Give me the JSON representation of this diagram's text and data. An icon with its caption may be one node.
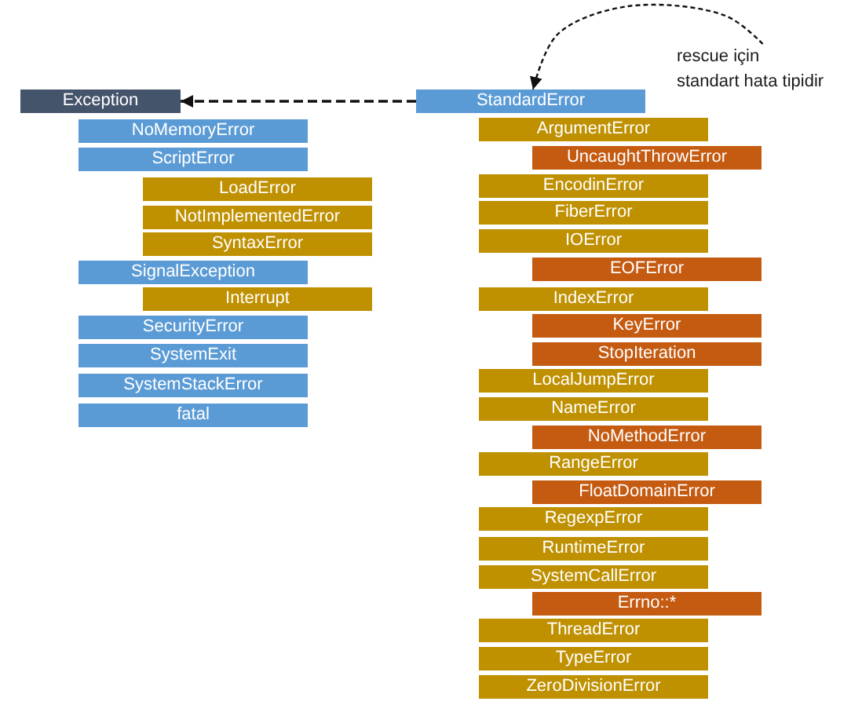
{
  "diagram": {
    "nodes": [
      {
        "text": [
          "rescue için standart hata tipidir"
        ]
      },
      {
        "text": [
          "Exception"
        ]
      },
      {
        "text": [
          "StandardError"
        ]
      },
      {
        "text": [
          "NoMemoryError"
        ]
      },
      {
        "text": [
          "ScriptError"
        ]
      },
      {
        "text": [
          "LoadError"
        ]
      },
      {
        "text": [
          "NotImplementedError"
        ]
      },
      {
        "text": [
          "SyntaxError"
        ]
      },
      {
        "text": [
          "SignalException"
        ]
      },
      {
        "text": [
          "Interrupt"
        ]
      },
      {
        "text": [
          "SecurityError"
        ]
      },
      {
        "text": [
          "SystemExit"
        ]
      },
      {
        "text": [
          "SystemStackError"
        ]
      },
      {
        "text": [
          "fatal"
        ]
      },
      {
        "text": [
          "ArgumentError"
        ]
      },
      {
        "text": [
          "UncaughtThrowError"
        ]
      },
      {
        "text": [
          "EncodinError"
        ]
      },
      {
        "text": [
          "FiberError"
        ]
      },
      {
        "text": [
          "IOError"
        ]
      },
      {
        "text": [
          "EOFError"
        ]
      },
      {
        "text": [
          "IndexError"
        ]
      },
      {
        "text": [
          "KeyError"
        ]
      },
      {
        "text": [
          "StopIteration"
        ]
      },
      {
        "text": [
          "LocalJumpError"
        ]
      },
      {
        "text": [
          "NameError"
        ]
      },
      {
        "text": [
          "NoMethodError"
        ]
      },
      {
        "text": [
          "RangeError"
        ]
      },
      {
        "text": [
          "FloatDomainError"
        ]
      },
      {
        "text": [
          "RegexpError"
        ]
      },
      {
        "text": [
          "RuntimeError"
        ]
      },
      {
        "text": [
          "SystemCallError"
        ]
      },
      {
        "text": [
          "Errno::*"
        ]
      },
      {
        "text": [
          "ThreadError"
        ]
      },
      {
        "text": [
          "TypeError"
        ]
      },
      {
        "text": [
          "ZeroDivisionError"
        ]
      }
    ],
    "edges": [
      {
        "from": 0,
        "to": 2,
        "arrow": "to",
        "style": "dashed"
      },
      {
        "from": 2,
        "to": 1,
        "arrow": "to",
        "style": "dashed"
      }
    ]
  }
}
